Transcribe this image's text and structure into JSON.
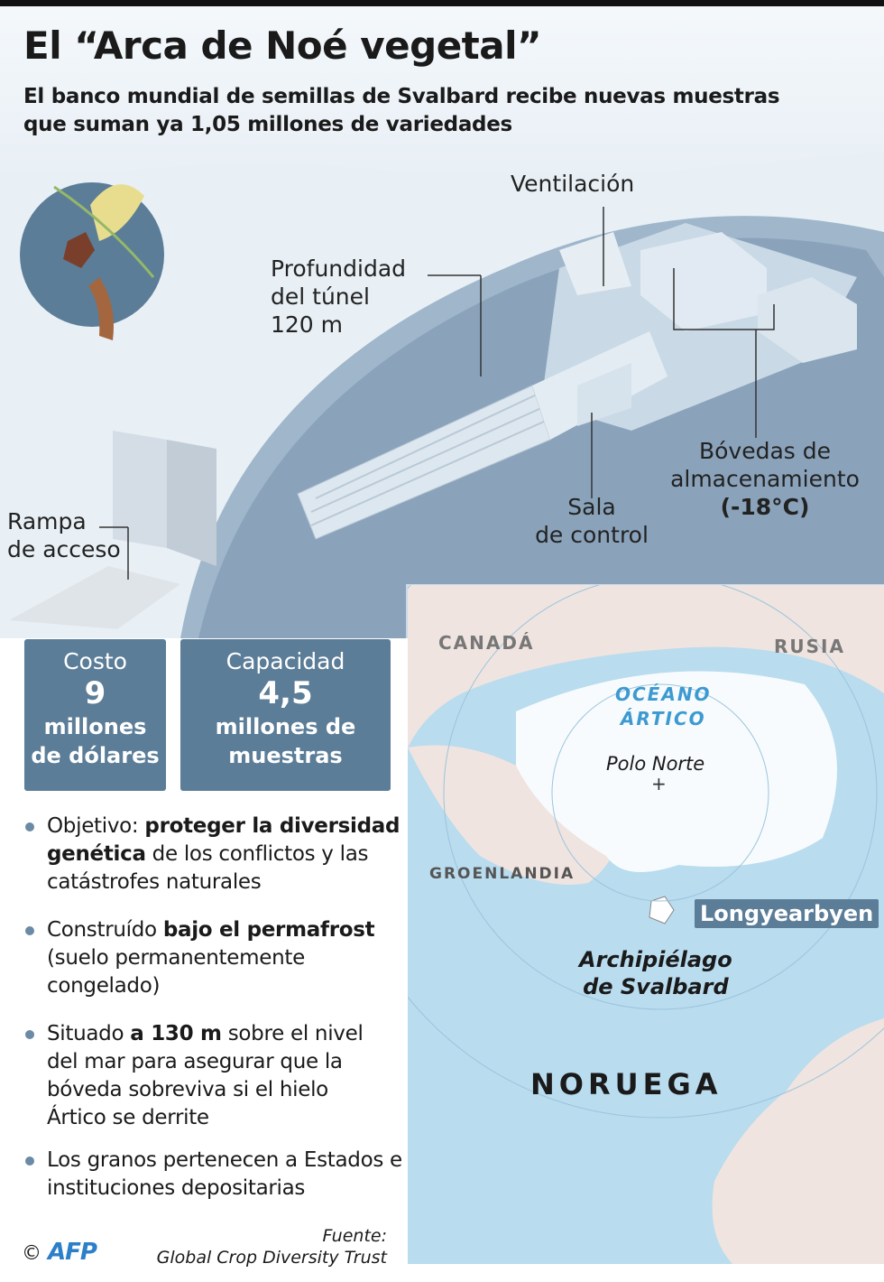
{
  "title": "El “Arca de Noé vegetal”",
  "subtitle": [
    "El banco mundial de semillas de Svalbard recibe nuevas muestras",
    "que suman ya 1,05 millones de variedades"
  ],
  "diagram": {
    "ventilation": "Ventilación",
    "depth": [
      "Profundidad",
      "del túnel",
      "120 m"
    ],
    "vaults": [
      "Bóvedas de",
      "almacenamiento",
      "(-18°C)"
    ],
    "control": [
      "Sala",
      "de control"
    ],
    "ramp": [
      "Rampa",
      "de acceso"
    ]
  },
  "stats": [
    {
      "label": "Costo",
      "value": "9",
      "unit": [
        "millones",
        "de dólares"
      ]
    },
    {
      "label": "Capacidad",
      "value": "4,5",
      "unit": [
        "millones de",
        "muestras"
      ]
    }
  ],
  "bullets": [
    {
      "pre": "Objetivo: ",
      "bold": "proteger la diversidad genética",
      "post": " de los conflictos y las catástrofes naturales"
    },
    {
      "pre": "Construído ",
      "bold": "bajo el permafrost",
      "post": " (suelo permanentemente congelado)"
    },
    {
      "pre": "Situado ",
      "bold": "a 130 m",
      "post": " sobre el nivel del mar para asegurar que la bóveda sobreviva si el hielo Ártico se derrite"
    },
    {
      "pre": "Los granos pertenecen a Estados e instituciones depositarias",
      "bold": "",
      "post": ""
    }
  ],
  "map": {
    "canada": "CANADÁ",
    "russia": "RUSIA",
    "ocean": [
      "OCÉANO",
      "ÁRTICO"
    ],
    "pole": "Polo Norte",
    "greenland": "GROENLANDIA",
    "city": "Longyearbyen",
    "archipelago": [
      "Archipiélago",
      "de Svalbard"
    ],
    "norway": "NORUEGA"
  },
  "footer": {
    "copyright": "©",
    "agency": "AFP",
    "source": [
      "Fuente:",
      "Global Crop Diversity Trust"
    ]
  },
  "colors": {
    "box": "#5b7d98",
    "sea": "#b9dcef",
    "land": "#efe4e0",
    "ice": "#f7fbfd"
  }
}
